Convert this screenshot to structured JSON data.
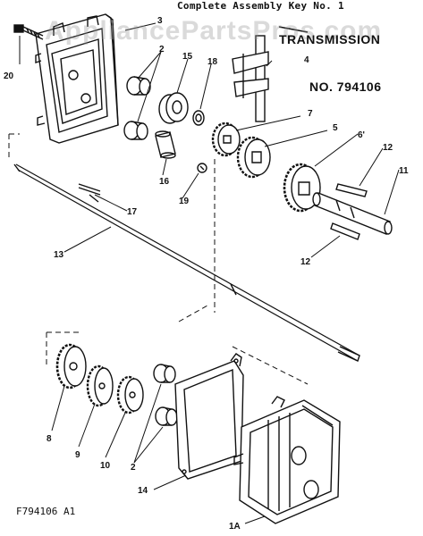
{
  "header": {
    "text": "Complete Assembly Key No. 1"
  },
  "watermark": {
    "text": "AppliancePartsPros.com"
  },
  "title": {
    "line1": "TRANSMISSION",
    "line2": "NO. 794106"
  },
  "footer": {
    "text": "F794106 A1"
  },
  "callouts": {
    "c3": "3",
    "c2a": "2",
    "c15": "15",
    "c18": "18",
    "c4": "4",
    "c20": "20",
    "c7": "7",
    "c5": "5",
    "c6": "6'",
    "c12a": "12",
    "c11": "11",
    "c16": "16",
    "c19": "19",
    "c17": "17",
    "c13": "13",
    "c12b": "12",
    "c8": "8",
    "c9": "9",
    "c10": "10",
    "c2b": "2",
    "c14": "14",
    "c1a": "1A"
  },
  "colors": {
    "ink": "#111111",
    "paper": "#ffffff"
  }
}
